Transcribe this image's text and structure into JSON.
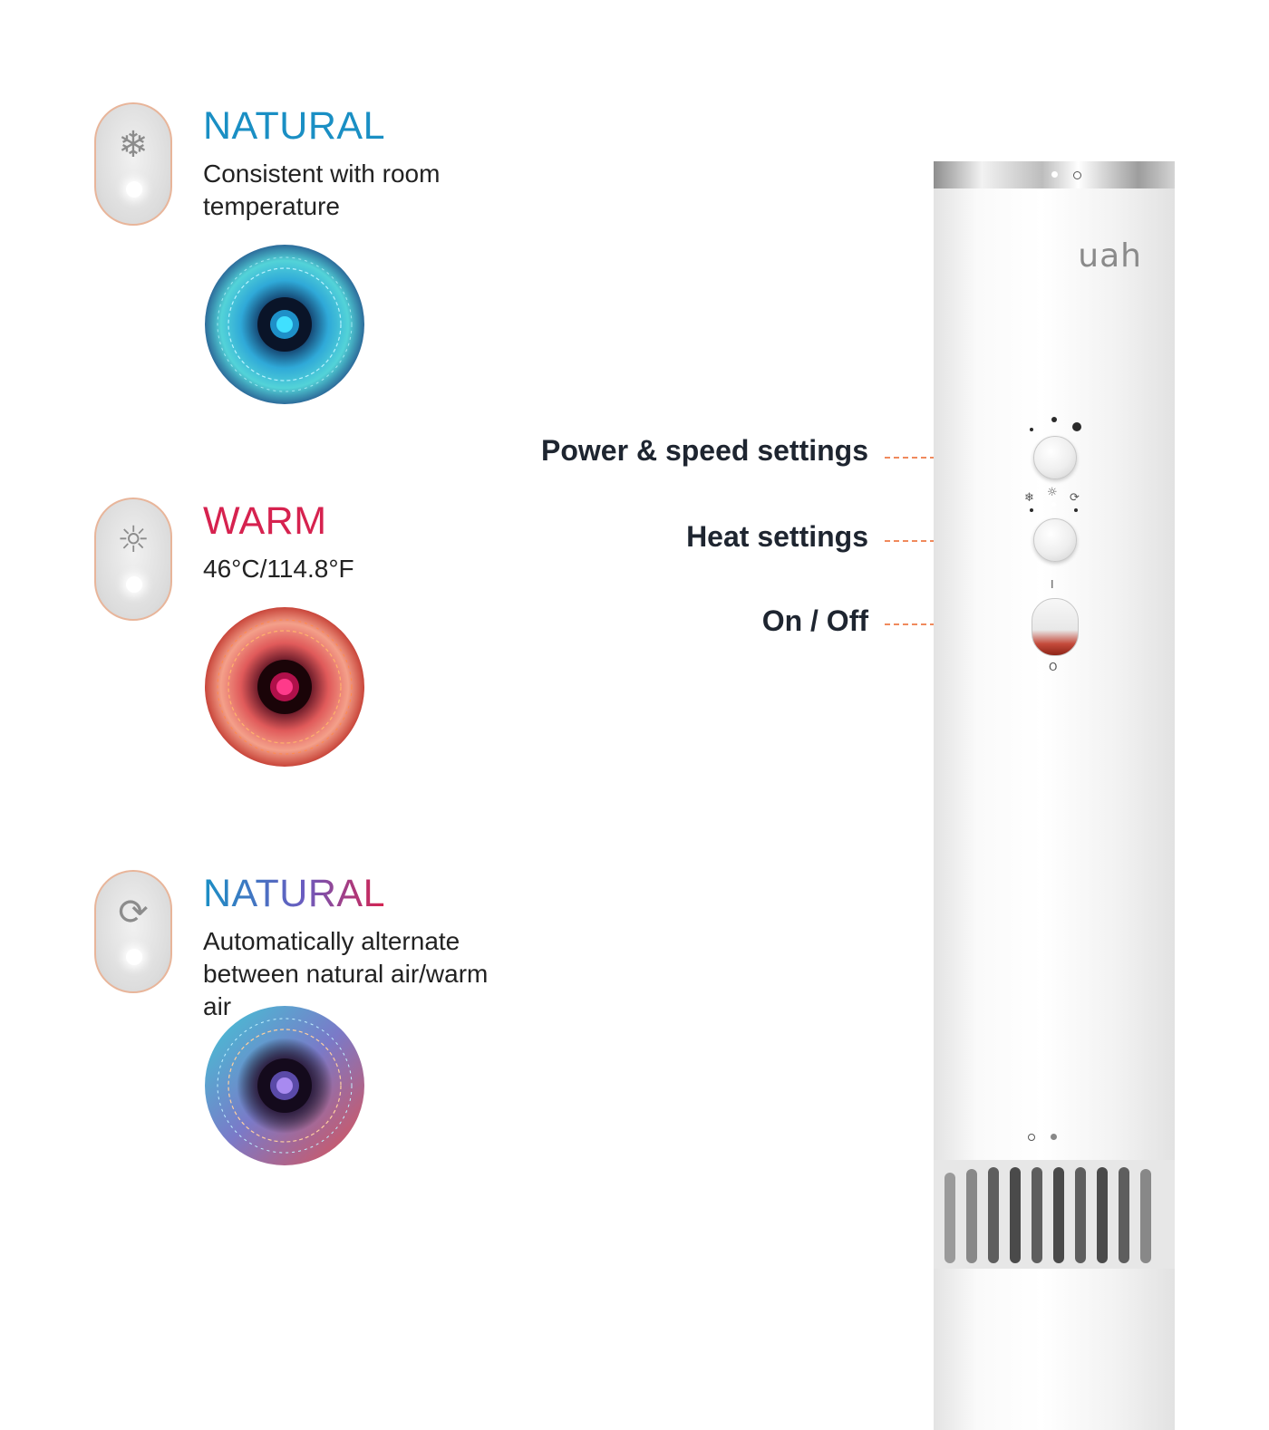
{
  "modes": [
    {
      "title": "NATURAL",
      "description": "Consistent with room temperature",
      "icon": "snowflake-icon",
      "title_color": "#1a8fc4",
      "fan_style": "cool"
    },
    {
      "title": "WARM",
      "description": "46°C/114.8°F",
      "icon": "sun-icon",
      "title_color": "#d6224f",
      "fan_style": "warm"
    },
    {
      "title": "NATURAL",
      "description": "Automatically alternate between natural air/warm air",
      "icon": "cycle-icon",
      "title_color": "gradient-blue-to-red",
      "fan_style": "mixed"
    }
  ],
  "callouts": {
    "power_speed": "Power & speed settings",
    "heat": "Heat settings",
    "on_off": "On / Off"
  },
  "device": {
    "brand": "uah",
    "switch_on_mark": "I",
    "switch_off_mark": "O"
  },
  "colors": {
    "accent_orange": "#f06a2e",
    "natural_blue": "#1a8fc4",
    "warm_red": "#d6224f"
  }
}
